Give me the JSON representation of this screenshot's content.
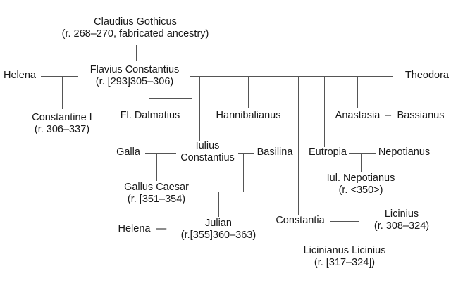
{
  "diagram": {
    "title": "Constantinian dynasty family tree",
    "type": "genealogy-tree",
    "line_color": "#555555",
    "text_color": "#181818",
    "background": "#ffffff"
  },
  "people": {
    "claudius_gothicus": {
      "name": "Claudius Gothicus",
      "reign": "(r. 268–270, fabricated ancestry)"
    },
    "helena_1": {
      "name": "Helena",
      "reign": ""
    },
    "flavius_constantius": {
      "name": "Flavius Constantius",
      "reign": "(r. [293]305–306)"
    },
    "theodora": {
      "name": "Theodora",
      "reign": ""
    },
    "constantine_i": {
      "name": "Constantine I",
      "reign": "(r. 306–337)"
    },
    "fl_dalmatius": {
      "name": "Fl. Dalmatius",
      "reign": ""
    },
    "hannibalianus": {
      "name": "Hannibalianus",
      "reign": ""
    },
    "anastasia": {
      "name": "Anastasia",
      "reign": ""
    },
    "anastasia_dash": {
      "name": "–",
      "reign": ""
    },
    "bassianus": {
      "name": "Bassianus",
      "reign": ""
    },
    "galla": {
      "name": "Galla",
      "reign": ""
    },
    "iulius_constantius": {
      "name": "Iulius",
      "reign": "Constantius"
    },
    "basilina": {
      "name": "Basilina",
      "reign": ""
    },
    "eutropia": {
      "name": "Eutropia",
      "reign": ""
    },
    "nepotianus": {
      "name": "Nepotianus",
      "reign": ""
    },
    "gallus_caesar": {
      "name": "Gallus Caesar",
      "reign": "(r. [351–354)"
    },
    "iul_nepotianus": {
      "name": "Iul. Nepotianus",
      "reign": "(r. <350>)"
    },
    "helena_2": {
      "name": "Helena",
      "reign": ""
    },
    "helena_2_dash": {
      "name": "—",
      "reign": ""
    },
    "julian": {
      "name": "Julian",
      "reign": "(r.[355]360–363)"
    },
    "constantia": {
      "name": "Constantia",
      "reign": ""
    },
    "licinius": {
      "name": "Licinius",
      "reign": "(r. 308–324)"
    },
    "licinianus_licinius": {
      "name": "Licinianus Licinius",
      "reign": "(r. [317–324])"
    }
  }
}
